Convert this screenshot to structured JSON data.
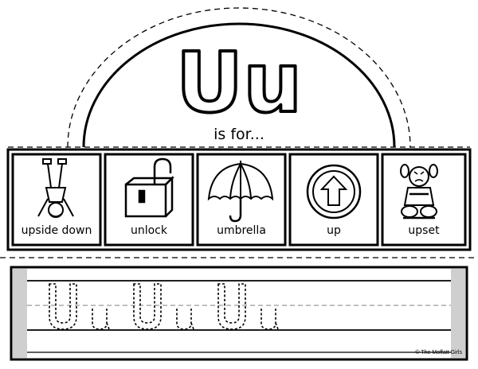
{
  "header": {
    "letter_title": "Uu",
    "subtitle": "is for..."
  },
  "cards": [
    {
      "label": "upside down",
      "icon": "upside-down-child-icon"
    },
    {
      "label": "unlock",
      "icon": "unlocked-padlock-icon"
    },
    {
      "label": "umbrella",
      "icon": "umbrella-icon"
    },
    {
      "label": "up",
      "icon": "up-arrow-circle-icon"
    },
    {
      "label": "upset",
      "icon": "upset-girl-icon"
    }
  ],
  "tracing": {
    "letters": [
      "U",
      "u",
      "U",
      "u",
      "U",
      "u"
    ]
  },
  "footer": {
    "credit": "© The Moffatt Girls"
  }
}
